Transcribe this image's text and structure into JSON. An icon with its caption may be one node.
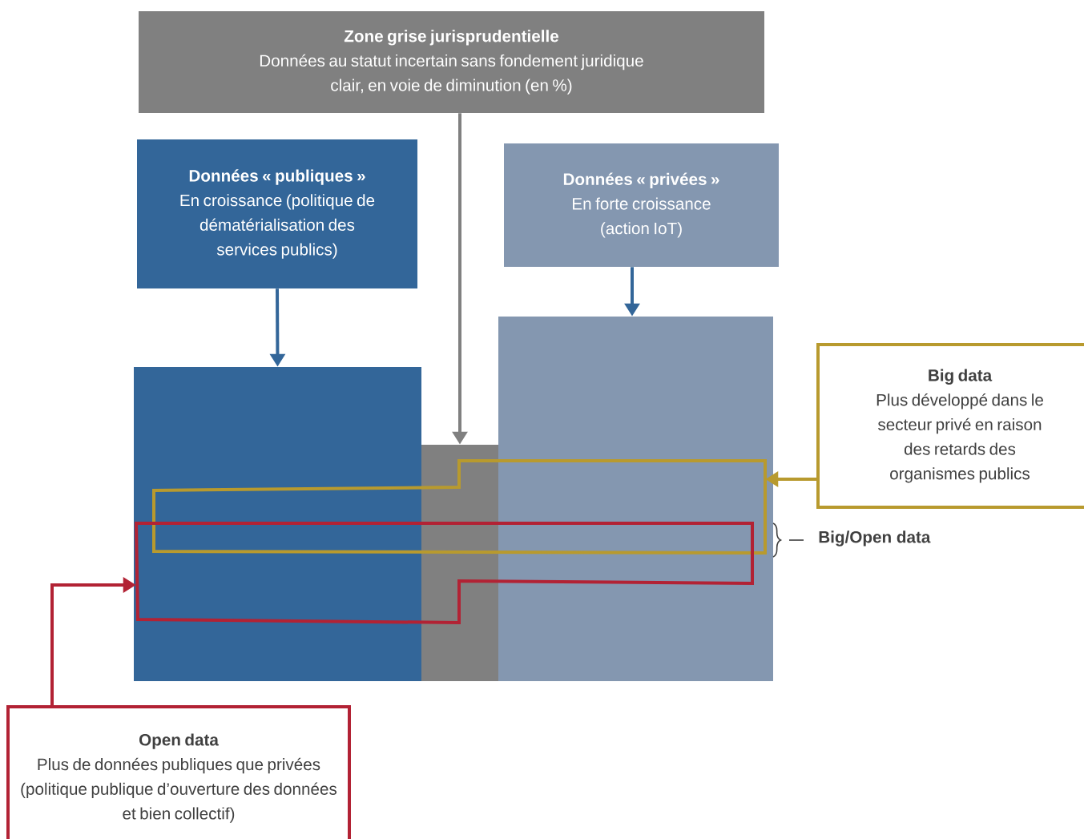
{
  "diagram": {
    "nodes": [
      {
        "text": [
          "Zone grise jurisprudentielle",
          "Données au statut incertain sans fondement juridique clair, en voie de diminution (en %)"
        ]
      },
      {
        "text": [
          "Données « publiques »",
          "En croissance (politique de dématérialisation des services publics)"
        ]
      },
      {
        "text": [
          "Données « privées »",
          "En forte croissance (action IoT)"
        ]
      },
      {
        "text": [],
        "shape": "box"
      },
      {
        "text": [],
        "shape": "box"
      },
      {
        "text": [],
        "shape": "box"
      },
      {
        "text": [
          "Big data",
          "Plus développé dans le secteur privé en raison des retards des organismes publics"
        ]
      },
      {
        "text": [
          "Open data",
          "Plus de données publiques que privées (politique publique d’ouverture des données et bien collectif)"
        ]
      },
      {
        "text": [],
        "shape": "box"
      },
      {
        "text": [],
        "shape": "box"
      }
    ],
    "edges": [
      {
        "from": 1,
        "to": 3,
        "arrow": "to",
        "color": "#336699"
      },
      {
        "from": 0,
        "to": 4,
        "arrow": "to",
        "color": "#808080"
      },
      {
        "from": 2,
        "to": 5,
        "arrow": "to",
        "color": "#336699"
      },
      {
        "from": 6,
        "to": 8,
        "arrow": "to",
        "color": "#b89a2e"
      },
      {
        "from": 7,
        "to": 9,
        "arrow": "to",
        "color": "#b22234"
      }
    ],
    "labels": [
      "Big/Open data"
    ]
  }
}
